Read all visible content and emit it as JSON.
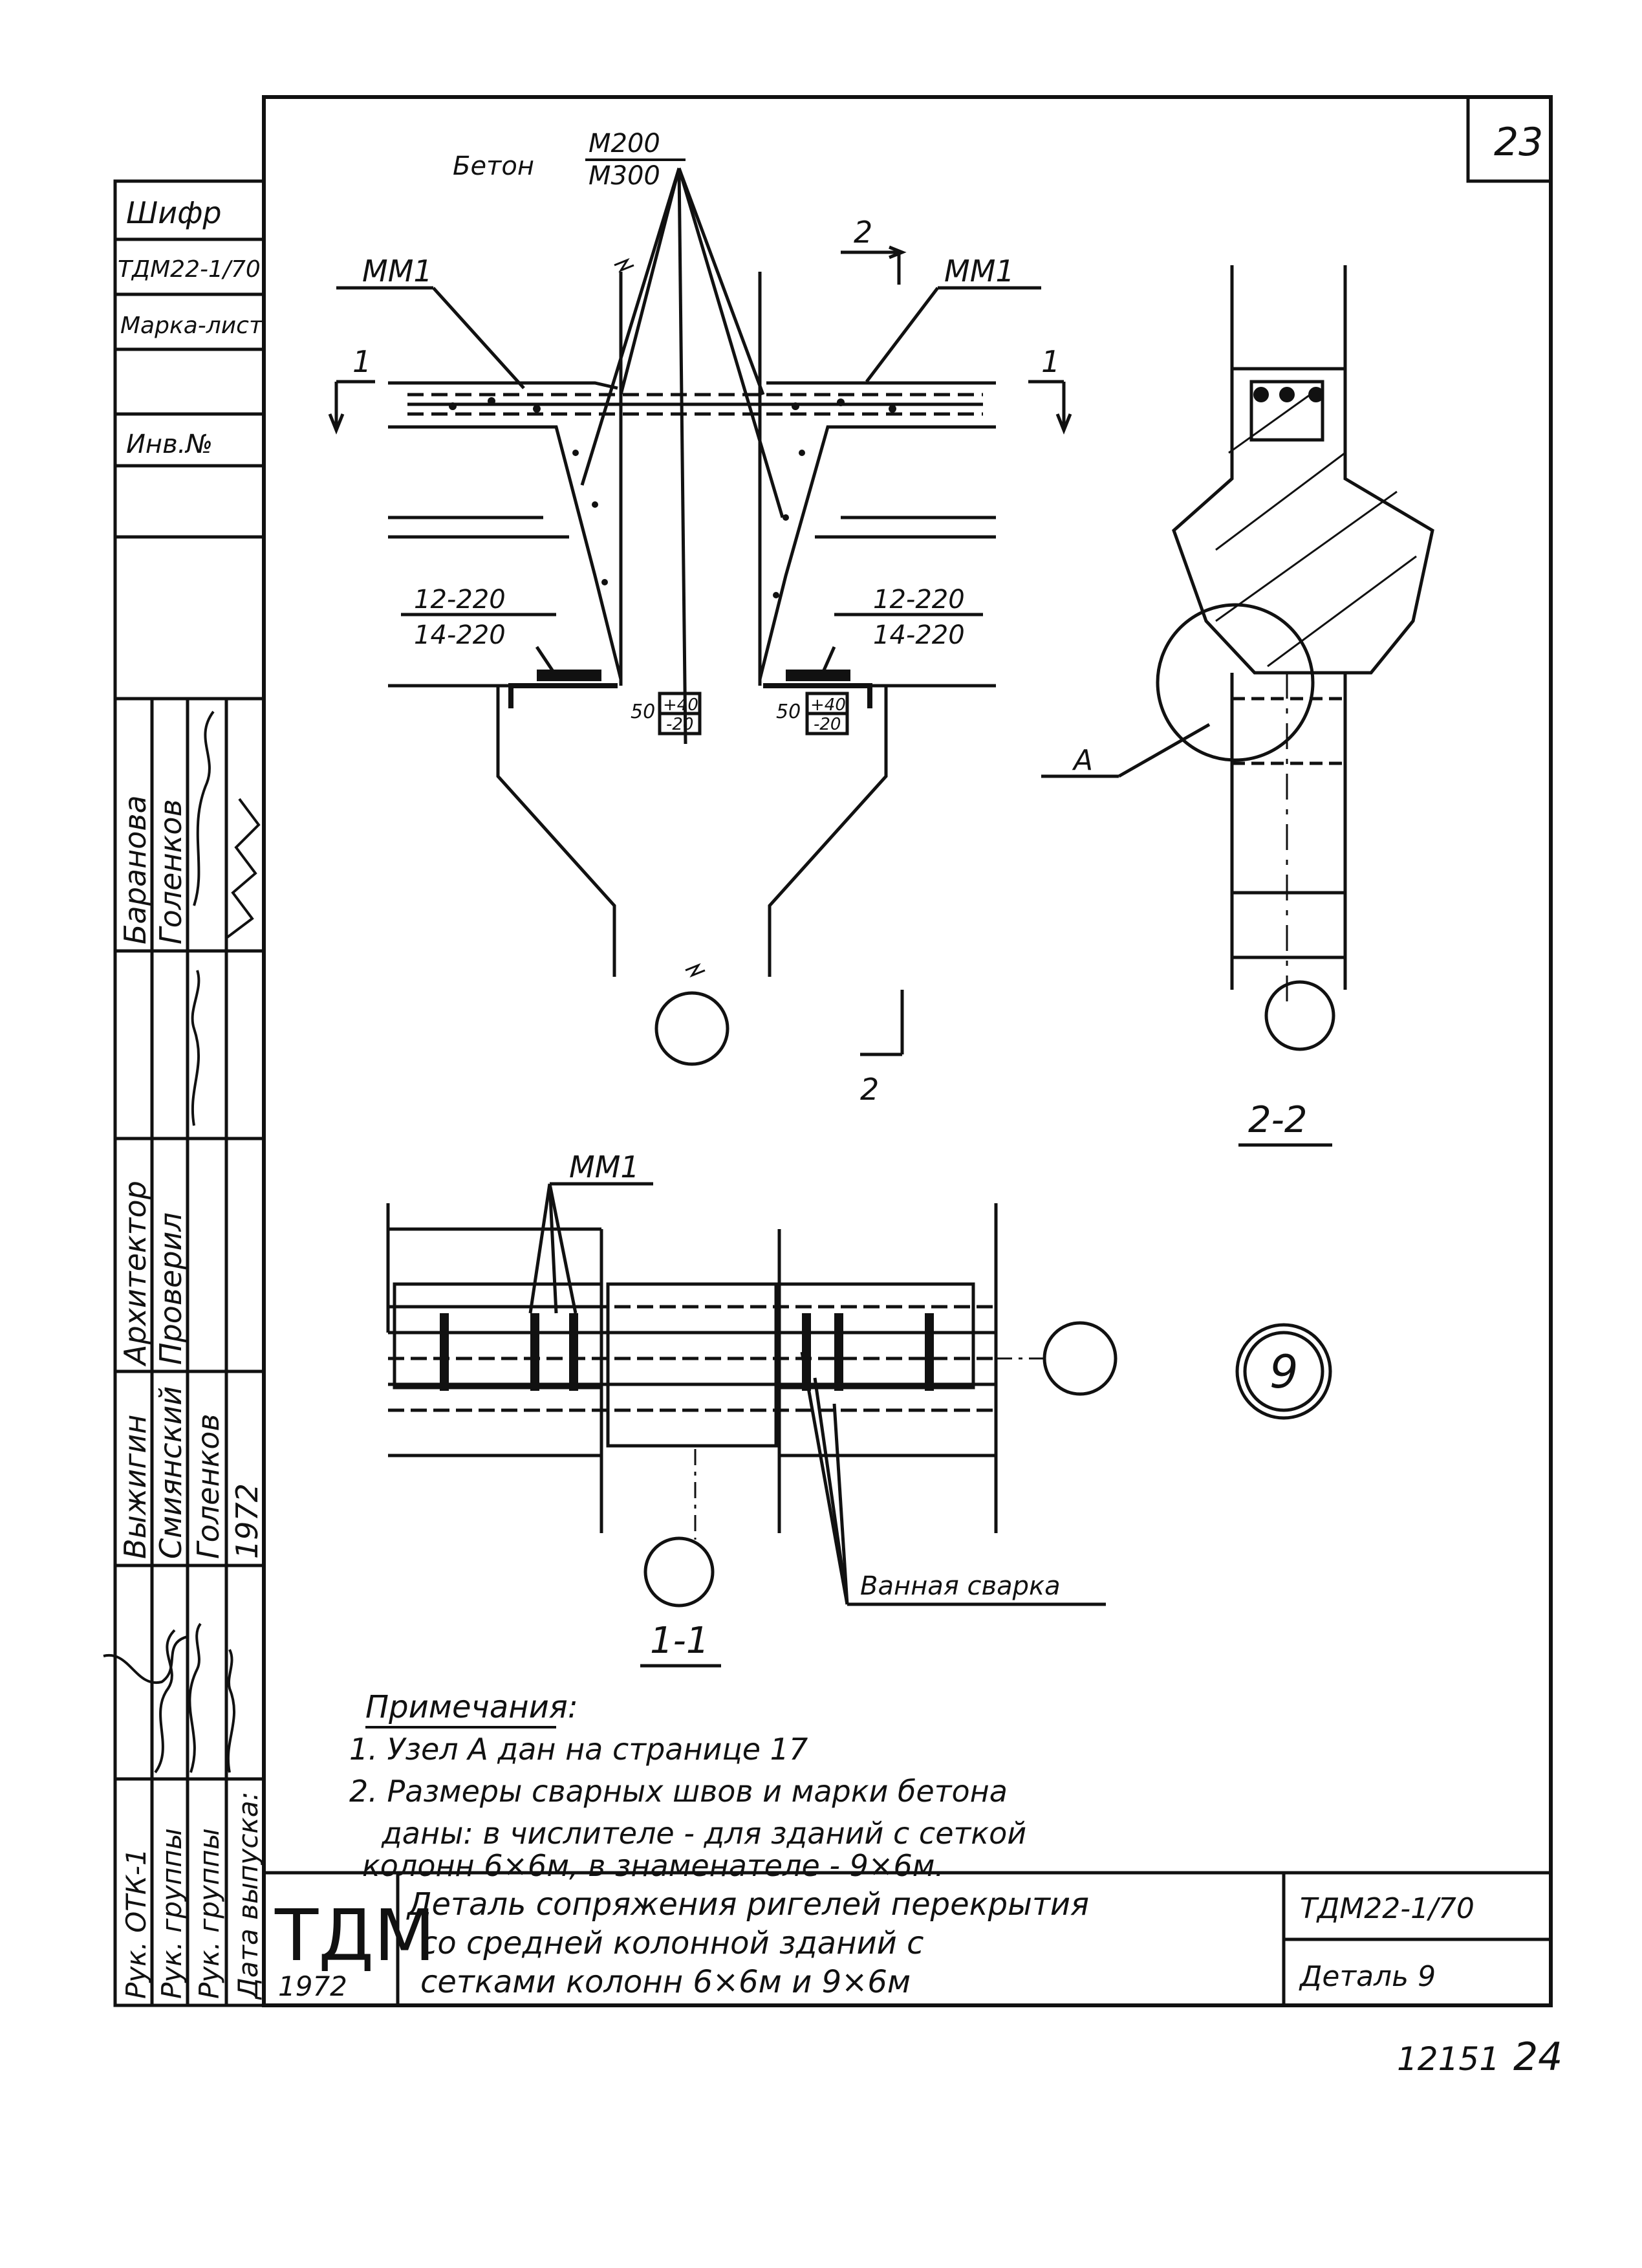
{
  "sheet": {
    "page_number": "23",
    "archive_number": "12151",
    "page_mark": "24"
  },
  "left_stamp": {
    "cipher_label": "Шифр",
    "cipher_value": "ТДМ22-1/70",
    "mark_sheet_label": "Марка-лист",
    "inv_label": "Инв.№",
    "roles": [
      "Рук. ОТК-1",
      "Рук. группы",
      "Рук. группы",
      "Дата выпуска:",
      "Архитектор",
      "Проверил"
    ],
    "names": [
      "Барановa",
      "Голенков",
      "Выжигин",
      "Смиянский",
      "Голенков",
      "1972"
    ]
  },
  "drawing": {
    "concrete_label": "Бетон",
    "concrete_num": "М200",
    "concrete_den": "М300",
    "mesh_left": "ММ1",
    "mesh_right": "ММ1",
    "mesh_plan": "ММ1",
    "weld_left_num": "12-220",
    "weld_left_den": "14-220",
    "weld_right_num": "12-220",
    "weld_right_den": "14-220",
    "dim_left": "50",
    "tol_left_top": "+40",
    "tol_left_bot": "-20",
    "dim_right": "50",
    "tol_right_top": "+40",
    "tol_right_bot": "-20",
    "cut1": "1",
    "cut2": "2",
    "node_label": "А",
    "section_22": "2-2",
    "section_11": "1-1",
    "weld_type": "Ванная сварка",
    "detail_no": "9"
  },
  "notes": {
    "title": "Примечания:",
    "lines": [
      "1. Узел А дан на странице 17",
      "2. Размеры сварных швов и марки бетона",
      "даны: в числителе - для зданий с сеткой",
      "колонн 6×6м, в знаменателе - 9×6м."
    ]
  },
  "title_block": {
    "logo": "ТДМ",
    "year": "1972",
    "title_lines": [
      "Деталь сопряжения ригелей перекрытия",
      "со средней колонной зданий с",
      "сетками колонн 6×6м и 9×6м"
    ],
    "code": "ТДМ22-1/70",
    "detail": "Деталь 9"
  }
}
